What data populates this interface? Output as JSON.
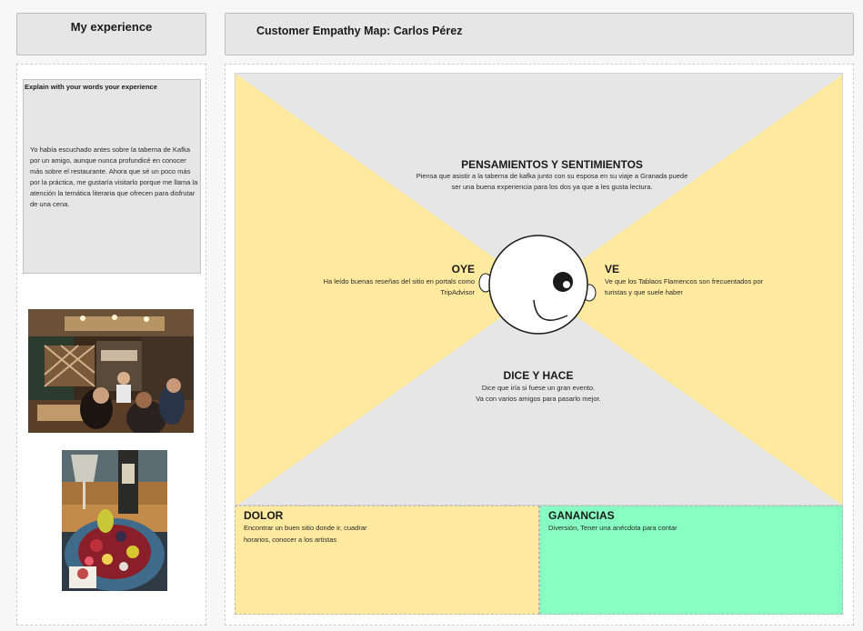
{
  "left_panel": {
    "title": "My experience",
    "note_title": "Explain with your words your experience",
    "note_body": "Yo había escuchado antes sobre la taberna de Kafka por un amigo, aunque nunca profundicé en conocer más sobre el restaurante. Ahora que sé un poco más por la práctica, me gustaría visitarlo porque me llama la atención la temática literaria que ofrecen para disfrutar de una cena."
  },
  "right_panel": {
    "title": "Customer Empathy Map: Carlos Pérez"
  },
  "empathy_map": {
    "thinks": {
      "title": "PENSAMIENTOS Y SENTIMIENTOS",
      "body": "Piensa que asistir a la taberna de kafka junto con su esposa en su viaje a Granada puede ser una buena experiencia para los dos ya que a les gusta lectura."
    },
    "hears": {
      "title": "OYE",
      "body": "Ha leído buenas reseñas del sitio en portals como TripAdvisor"
    },
    "sees": {
      "title": "VE",
      "body": "Ve que los Tablaos Flamencos son frecuentados por turistas y que suele haber"
    },
    "says_does": {
      "title": "DICE Y HACE",
      "body_line1": "Dice que iría si fuese un gran evento.",
      "body_line2": "Va con varios amigos para pasarlo mejor."
    },
    "pains": {
      "title": "DOLOR",
      "body": "Encontrar un buen sitio donde ir,  cuadrar horarios, conocer a los artistas"
    },
    "gains": {
      "title": "GANANCIAS",
      "body": "Diversión, Tener una anécdota para contar"
    }
  },
  "colors": {
    "yellow": "#ffea9f",
    "gray": "#e6e6e6",
    "green": "#87ffc3"
  },
  "icons": [
    "face-icon"
  ]
}
